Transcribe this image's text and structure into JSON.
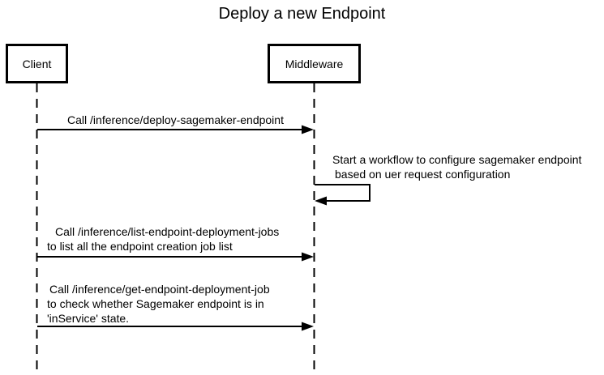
{
  "title": "Deploy a new Endpoint",
  "actors": [
    {
      "id": "client",
      "label": "Client"
    },
    {
      "id": "middleware",
      "label": "Middleware"
    }
  ],
  "messages": [
    {
      "from": "Client",
      "to": "Middleware",
      "lines": [
        "Call /inference/deploy-sagemaker-endpoint"
      ]
    },
    {
      "from": "Middleware",
      "to": "Middleware",
      "lines": [
        "Start a workflow to configure sagemaker endpoint",
        "based on uer request configuration"
      ]
    },
    {
      "from": "Client",
      "to": "Middleware",
      "lines": [
        "Call /inference/list-endpoint-deployment-jobs",
        "to list all the endpoint creation job list"
      ]
    },
    {
      "from": "Client",
      "to": "Middleware",
      "lines": [
        "Call /inference/get-endpoint-deployment-job",
        "to check whether Sagemaker endpoint is in",
        "'inService' state."
      ]
    }
  ],
  "colors": {
    "ink": "#000000",
    "background": "#ffffff"
  }
}
